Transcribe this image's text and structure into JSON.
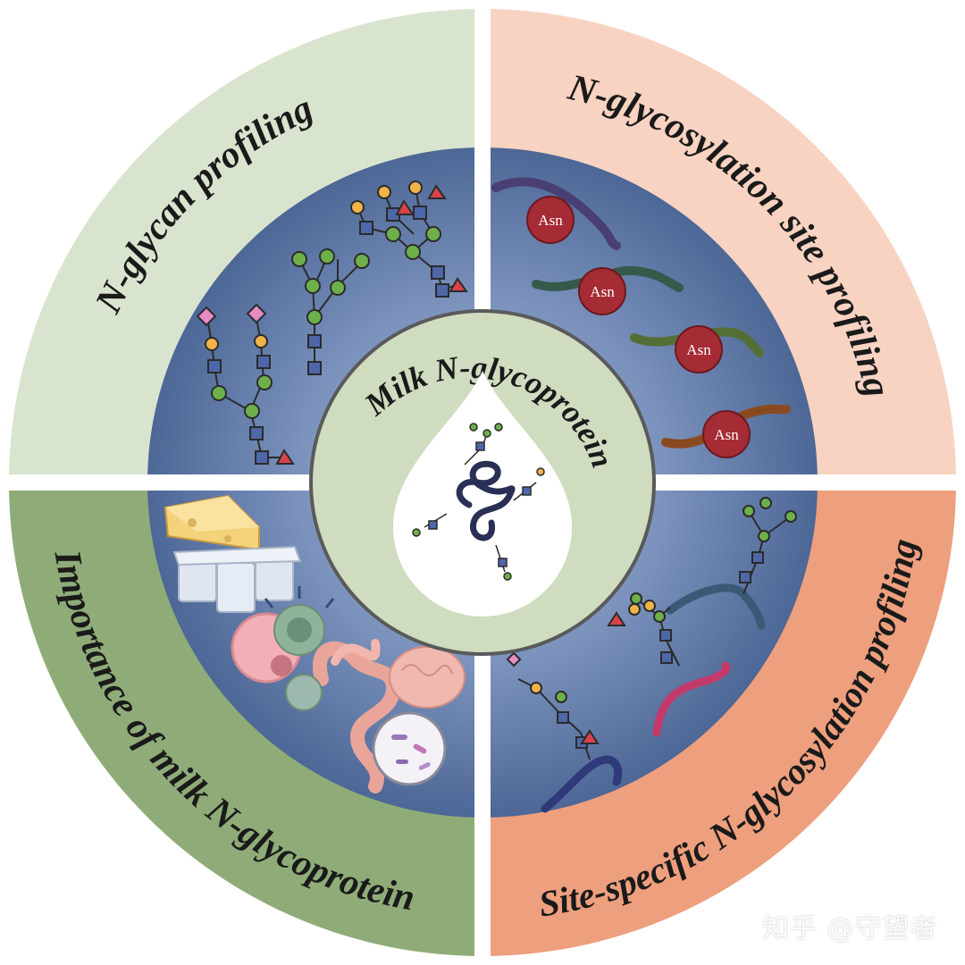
{
  "center": {
    "title": "Milk N-glycoprotein"
  },
  "quadrants": {
    "top_left": {
      "label": "N-glycan profiling",
      "color": "#d9e4cf"
    },
    "top_right": {
      "label": "N-glycosylation site profiling",
      "color": "#f8d3c2"
    },
    "bottom_left": {
      "label": "Importance of milk N-glycoprotein",
      "color": "#8fac78"
    },
    "bottom_right": {
      "label": "Site-specific N-glycosylation profiling",
      "color": "#ee9f7d"
    }
  },
  "asn_labels": [
    "Asn",
    "Asn",
    "Asn",
    "Asn"
  ],
  "watermark": "知乎 @守望者",
  "colors": {
    "inner_blue": "#5a74a3",
    "center_ring": "#cfdcbf",
    "asn_circle": "#a52b34",
    "divider": "#ffffff"
  }
}
